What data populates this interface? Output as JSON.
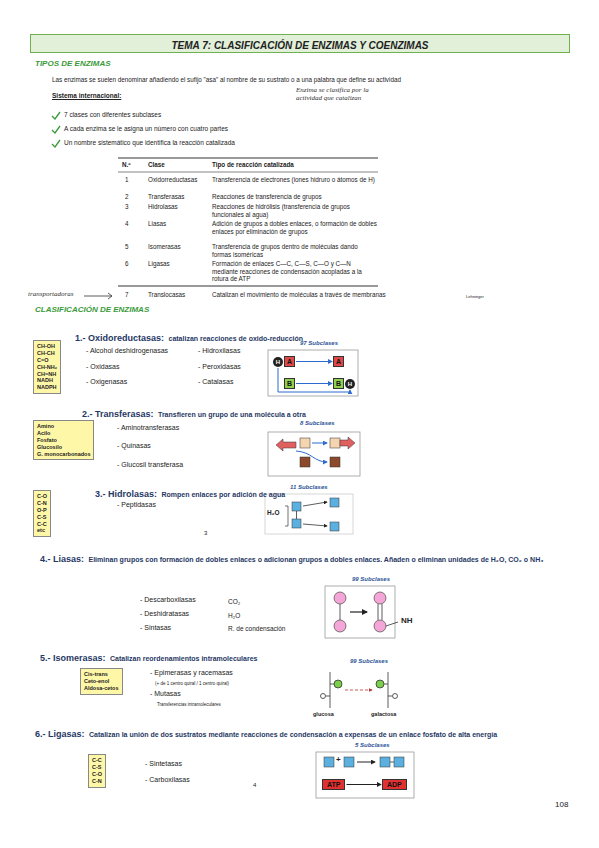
{
  "diagram": {
    "title": "TEMA 7:  CLASIFICACIÓN DE ENZIMAS Y COENZIMAS",
    "nodes": [
      {
        "text": [
          "CH-OH",
          "CH-CH",
          "C=O",
          "CH-NH₂",
          "CH=NH",
          "NADH",
          "NADPH"
        ]
      },
      {
        "text": [
          "H"
        ]
      },
      {
        "text": [
          "A"
        ]
      },
      {
        "text": [
          "B"
        ]
      },
      {
        "text": [
          "A"
        ]
      },
      {
        "text": [
          "B"
        ]
      },
      {
        "text": [
          "H"
        ]
      },
      {
        "text": [
          "Amino",
          "Acilo",
          "Fosfato",
          "Glucosilo",
          "G. monocarbonados"
        ]
      },
      {
        "text": [
          "C-O",
          "C-N",
          "O-P",
          "C-S",
          "C-C",
          "etc"
        ]
      },
      {
        "text": [
          "Cis-trans",
          "Ceto-enol",
          "Aldosa-cetos"
        ]
      },
      {
        "text": [
          "C-C",
          "C-S",
          "C-O",
          "C-N"
        ]
      },
      {
        "text": [
          "ATP"
        ]
      },
      {
        "text": [
          "ADP"
        ]
      }
    ],
    "edges": [
      {
        "from": 1,
        "to": 6,
        "arrow": "to"
      },
      {
        "from": 2,
        "to": 4,
        "arrow": "to"
      },
      {
        "from": 3,
        "to": 5,
        "arrow": "to"
      },
      {
        "from": 11,
        "to": 12,
        "arrow": "to"
      }
    ],
    "labels": [
      "TIPOS DE ENZIMAS",
      "Las enzimas se suelen denominar añadiendo el sufijo \"asa\" al nombre de su sustrato o a una palabra que define su actividad",
      "Sistema internacional:",
      "Enzima se clasifica por la actividad que catalizan",
      "7 clases con diferentes subclases",
      "A cada enzima se le asigna un número con cuatro partes",
      "Un nombre sistemático que identifica la reacción catalizada",
      "N.º",
      "Clase",
      "Tipo de reacción catalizada",
      "1",
      "Oxidorreductasas",
      "Transferencia de electrones (iones hidruro o átomos de H)",
      "2",
      "Transferasas",
      "Reacciones de transferencia de grupos",
      "3",
      "Hidrolasas",
      "Reacciones de hidrólisis (transferencia de grupos funcionales al agua)",
      "4",
      "Liasas",
      "Adición de grupos a dobles enlaces, o formación de dobles enlaces por eliminación de grupos",
      "5",
      "Isomerasas",
      "Transferencia de grupos dentro de moléculas dando formas isoméricas",
      "6",
      "Ligasas",
      "Formación de enlaces C—C, C—S, C—O y C—N mediante reacciones de condensación acopladas a la rotura de ATP",
      "7",
      "Translocasas",
      "Catalizan el movimiento de moléculas a través de membranas",
      "transportadoras",
      "Lehninger",
      "CLASIFICACIÓN DE ENZIMAS",
      "1.- Oxidoreductasas:",
      "catalizan reacciones de oxido-reducción",
      "97 Subclases",
      "- Alcohol deshidrogenasas",
      "- Oxidasas",
      "- Oxigenasas",
      "- Hidroxilasas",
      "- Peroxidasas",
      "- Catalasas",
      "2.- Transferasas:",
      "Transfieren un grupo de una molécula a otra",
      "8 Subclases",
      "- Aminotransferasas",
      "- Quinasas",
      "- Glucosil transferasa",
      "3.- Hidrolasas:",
      "Rompen enlaces por adición de agua",
      "11 Subclases",
      "- Peptidasas",
      "H₂O",
      "3",
      "4.- Liasas:",
      "Eliminan grupos con formación de dobles enlaces o adicionan grupos a dobles enlaces. Añaden o eliminan unidades de  H₂O, CO₂ o NH₃",
      "99 Subclases",
      "- Descarboxilasas",
      "- Deshidratasas",
      "- Sintasas",
      "CO₂",
      "H₂O",
      "R. de condensación",
      "NH",
      "5.- Isomerasas:",
      "Catalizan reordenamientos intramoleculares",
      "99 Subclases",
      "- Epimerasas y racemasas",
      "(+ de 1 centro quiral / 1 centro quiral)",
      "- Mutasas",
      "Transferencias intramoleculares",
      "glucosa",
      "galactosa",
      "6.- Ligasas:",
      "Catalizan la unión de dos sustratos mediante reacciones de condensación a expensas de un enlace fosfato de alta energía",
      "5 Subclases",
      "- Sintetasas",
      "- Carboxilasas",
      "4",
      "108",
      "+"
    ]
  }
}
